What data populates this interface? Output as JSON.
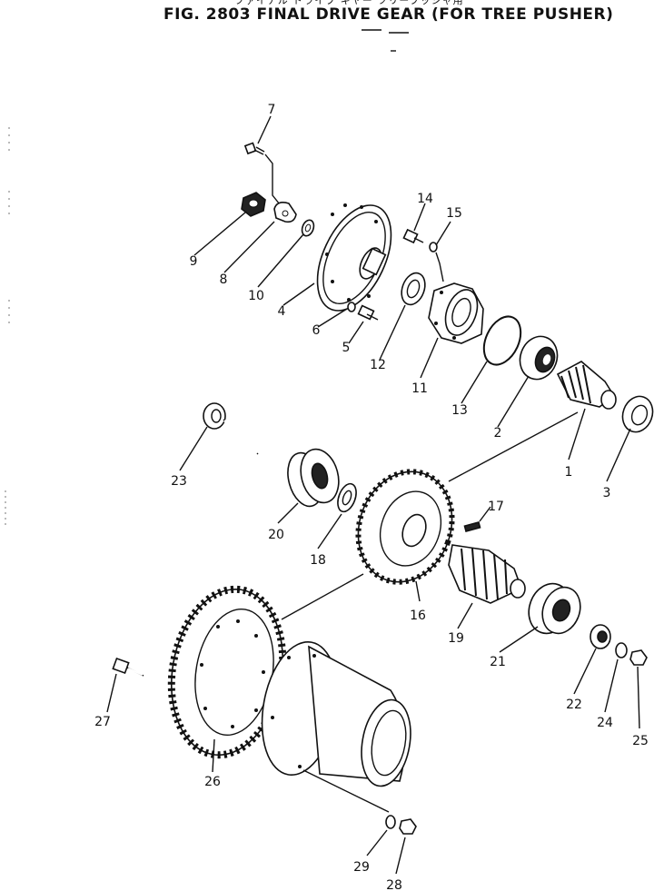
{
  "figure": {
    "title": "FIG. 2803  FINAL DRIVE GEAR (FOR TREE PUSHER)",
    "subtitle_kana": "ファイナル ドライブ ギヤー     ツリープッシャ用"
  },
  "callouts": [
    {
      "id": "1",
      "label": "1"
    },
    {
      "id": "2",
      "label": "2"
    },
    {
      "id": "3",
      "label": "3"
    },
    {
      "id": "4",
      "label": "4"
    },
    {
      "id": "5",
      "label": "5"
    },
    {
      "id": "6",
      "label": "6"
    },
    {
      "id": "7",
      "label": "7"
    },
    {
      "id": "8",
      "label": "8"
    },
    {
      "id": "9",
      "label": "9"
    },
    {
      "id": "10",
      "label": "10"
    },
    {
      "id": "11",
      "label": "11"
    },
    {
      "id": "12",
      "label": "12"
    },
    {
      "id": "13",
      "label": "13"
    },
    {
      "id": "14",
      "label": "14"
    },
    {
      "id": "15",
      "label": "15"
    },
    {
      "id": "16",
      "label": "16"
    },
    {
      "id": "17",
      "label": "17"
    },
    {
      "id": "18",
      "label": "18"
    },
    {
      "id": "19",
      "label": "19"
    },
    {
      "id": "20",
      "label": "20"
    },
    {
      "id": "21",
      "label": "21"
    },
    {
      "id": "22",
      "label": "22"
    },
    {
      "id": "23",
      "label": "23"
    },
    {
      "id": "24",
      "label": "24"
    },
    {
      "id": "25",
      "label": "25"
    },
    {
      "id": "26",
      "label": "26"
    },
    {
      "id": "27",
      "label": "27"
    },
    {
      "id": "28",
      "label": "28"
    },
    {
      "id": "29",
      "label": "29"
    }
  ]
}
